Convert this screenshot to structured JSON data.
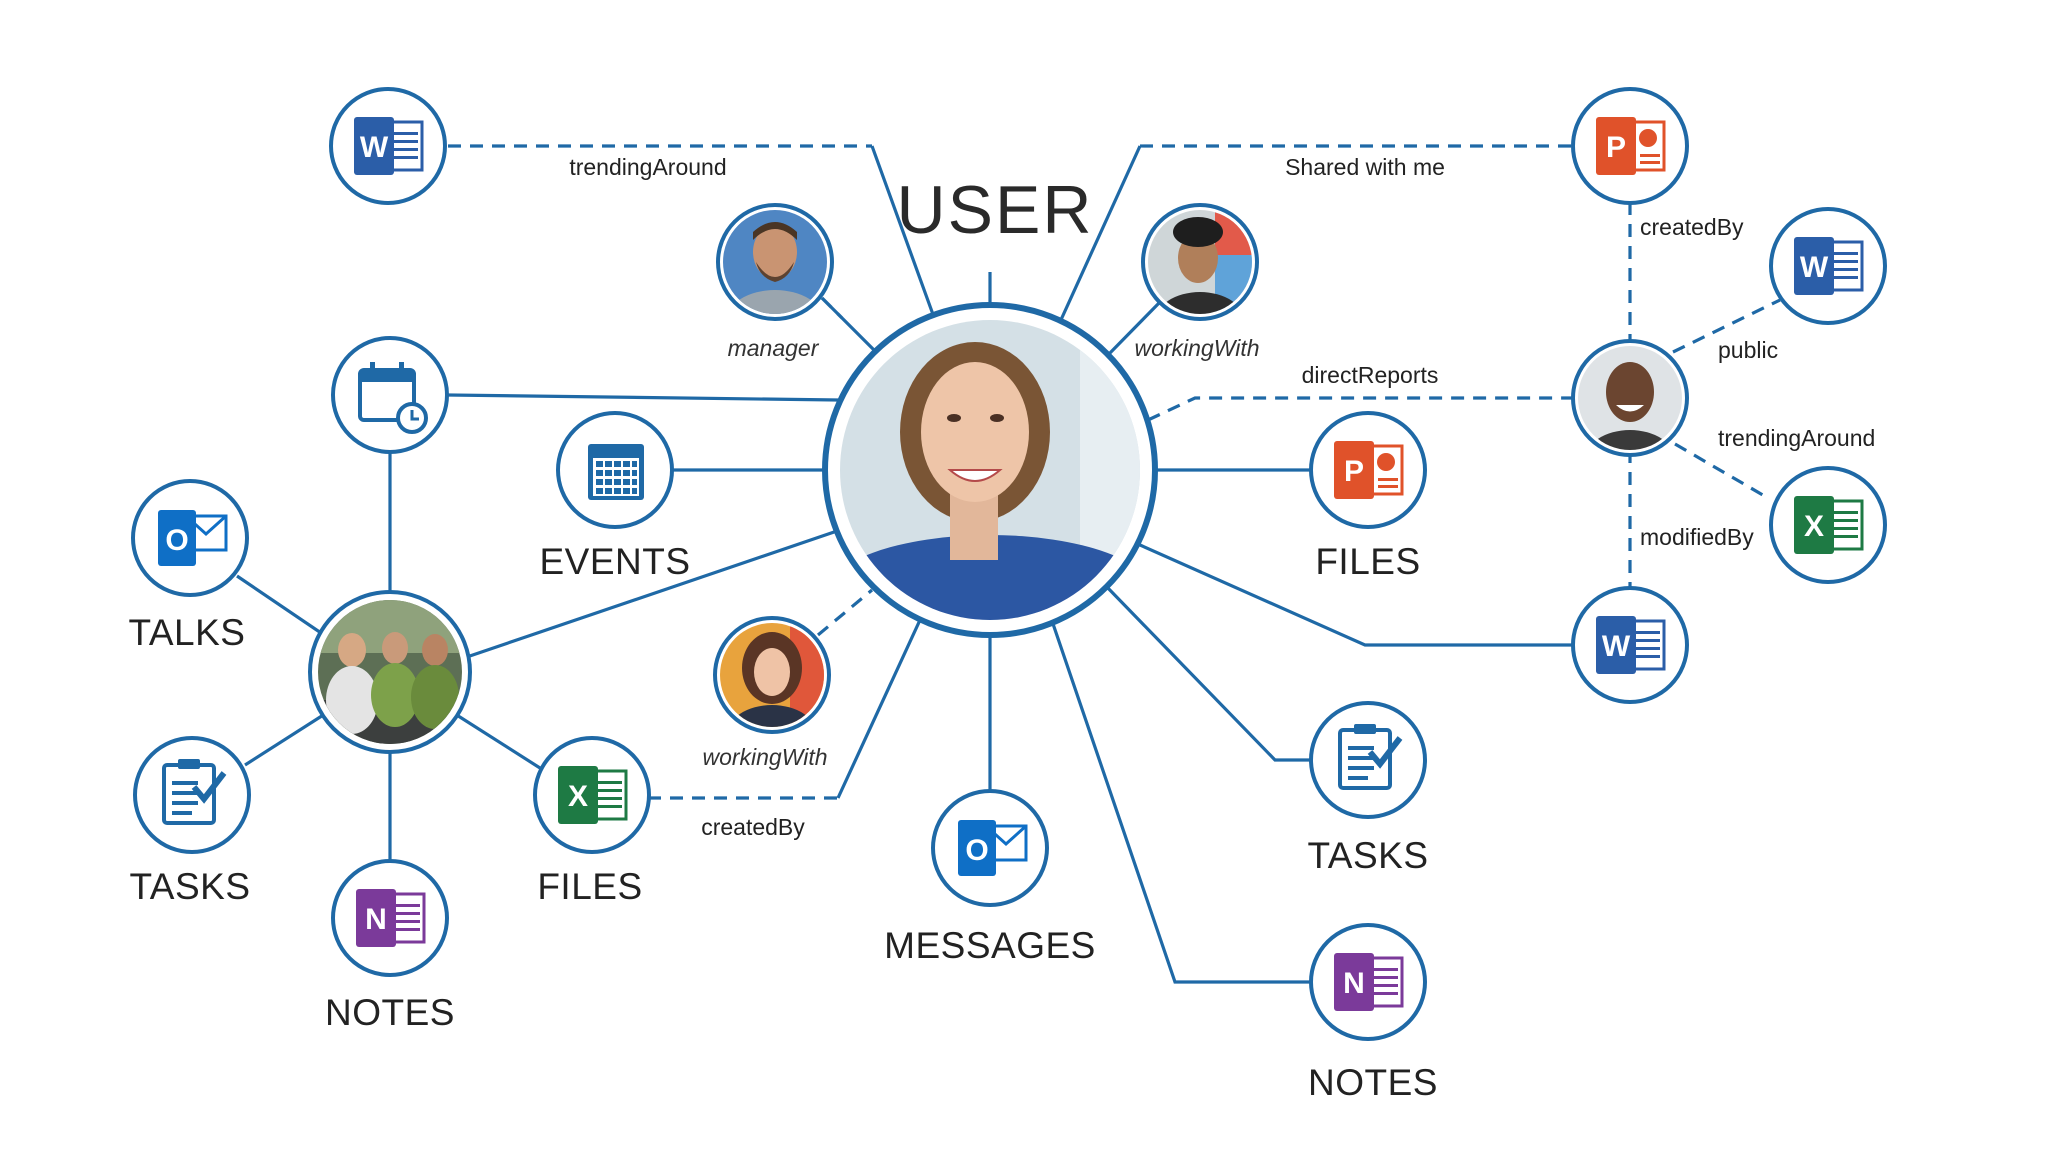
{
  "title": "USER",
  "central_node": {
    "name": "user-photo"
  },
  "hubs": {
    "events": "EVENTS",
    "files_right": "FILES",
    "tasks_right": "TASKS",
    "notes_right": "NOTES",
    "messages": "MESSAGES"
  },
  "group": {
    "talks": "TALKS",
    "tasks": "TASKS",
    "notes": "NOTES",
    "files": "FILES"
  },
  "edges": {
    "trending_around_top": "trendingAround",
    "shared_with_me": "Shared with me",
    "created_by_right": "createdBy",
    "public": "public",
    "trending_around_right": "trendingAround",
    "modified_by": "modifiedBy",
    "direct_reports": "directReports",
    "created_by_bottom": "createdBy"
  },
  "people": {
    "manager": "manager",
    "working_with_top": "workingWith",
    "working_with_bottom": "workingWith"
  },
  "icon_letters": {
    "word": "W",
    "powerpoint": "P",
    "excel": "X",
    "outlook": "O",
    "onenote": "N"
  },
  "colors": {
    "line": "#1f69a6",
    "word": "#2b5ea8",
    "powerpoint": "#e0522a",
    "excel": "#1e7a44",
    "outlook": "#0f6fc6",
    "onenote": "#7b3a9a"
  }
}
